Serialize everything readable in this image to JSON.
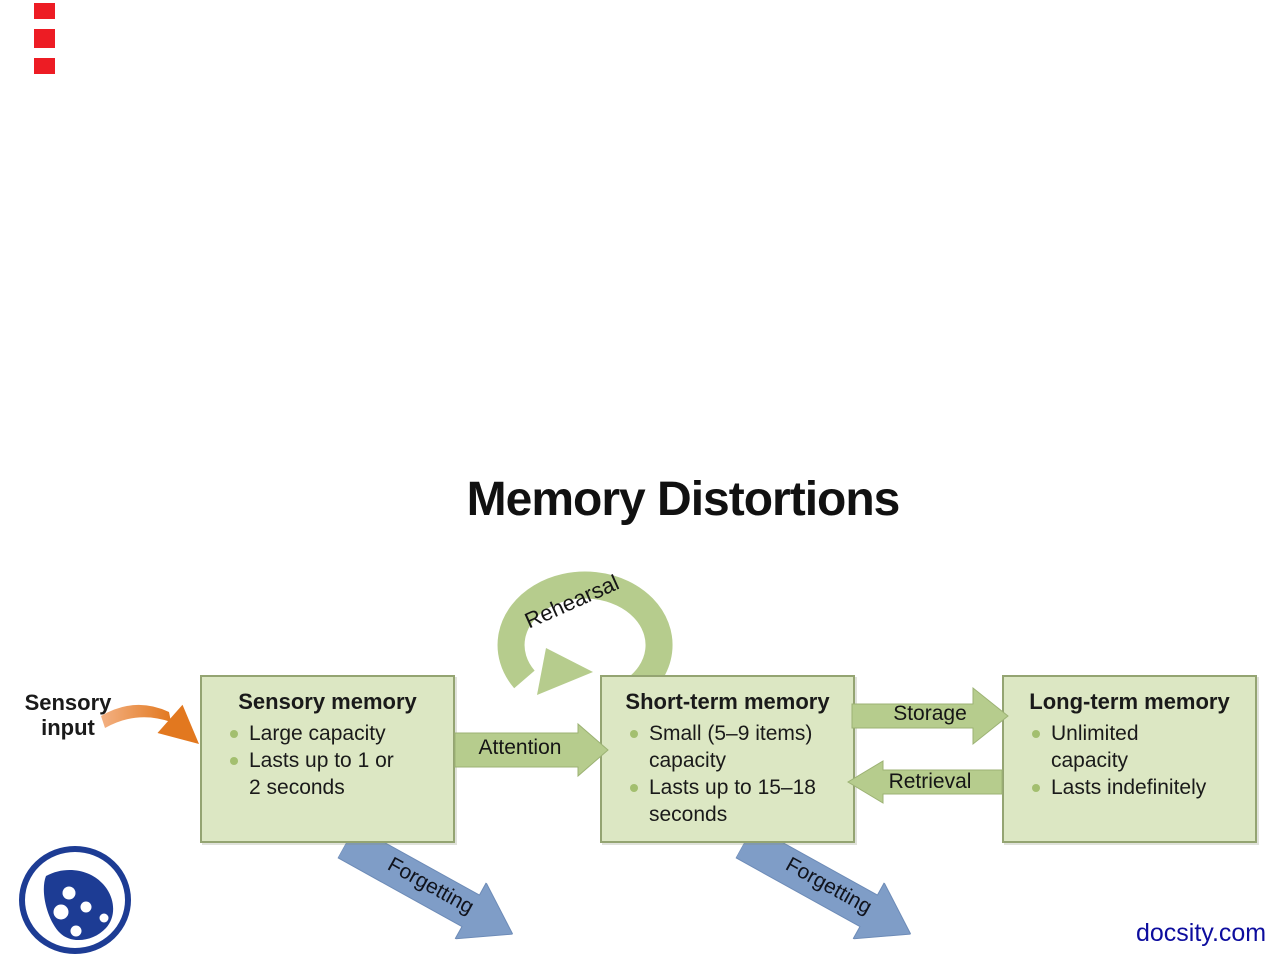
{
  "slide": {
    "title": "Memory Distortions"
  },
  "branding": {
    "watermark": "docsity.com",
    "logo": "docsity-palette-logo"
  },
  "diagram": {
    "input_label": "Sensory\ninput",
    "boxes": [
      {
        "title": "Sensory memory",
        "bullets": [
          "Large capacity",
          "Lasts up to 1 or\n2 seconds"
        ]
      },
      {
        "title": "Short-term memory",
        "bullets": [
          "Small (5–9 items)\ncapacity",
          "Lasts up to 15–18\nseconds"
        ]
      },
      {
        "title": "Long-term memory",
        "bullets": [
          "Unlimited\ncapacity",
          "Lasts indefinitely"
        ]
      }
    ],
    "labels": {
      "rehearsal": "Rehearsal",
      "attention": "Attention",
      "storage": "Storage",
      "retrieval": "Retrieval",
      "forgetting": "Forgetting"
    },
    "colors": {
      "box_fill": "#dce7c3",
      "box_border": "#94a472",
      "arrow_green": "#b6cc8d",
      "arrow_green_edge": "#9cb274",
      "arrow_blue": "#7f9dc7",
      "arrow_blue_edge": "#6d8bb7",
      "arrow_orange": "#e2781f",
      "bullet_dot": "#a3bf6f",
      "logo_blue": "#1d3c94",
      "watermark_blue": "#0d0d9e",
      "edge_mark_red": "#ed1c24"
    }
  }
}
